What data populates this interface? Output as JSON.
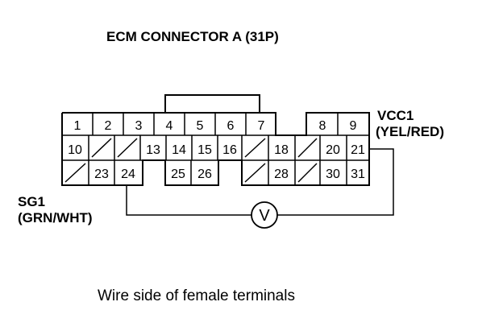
{
  "title": "ECM CONNECTOR A (31P)",
  "caption": "Wire side of female terminals",
  "vcc1_label": "VCC1",
  "vcc1_wire": "(YEL/RED)",
  "sg1_label": "SG1",
  "sg1_wire": "(GRN/WHT)",
  "meter_symbol": "V",
  "pins": {
    "1": "1",
    "2": "2",
    "3": "3",
    "4": "4",
    "5": "5",
    "6": "6",
    "7": "7",
    "8": "8",
    "9": "9",
    "10": "10",
    "13": "13",
    "14": "14",
    "15": "15",
    "16": "16",
    "18": "18",
    "20": "20",
    "21": "21",
    "23": "23",
    "24": "24",
    "25": "25",
    "26": "26",
    "28": "28",
    "30": "30",
    "31": "31"
  }
}
